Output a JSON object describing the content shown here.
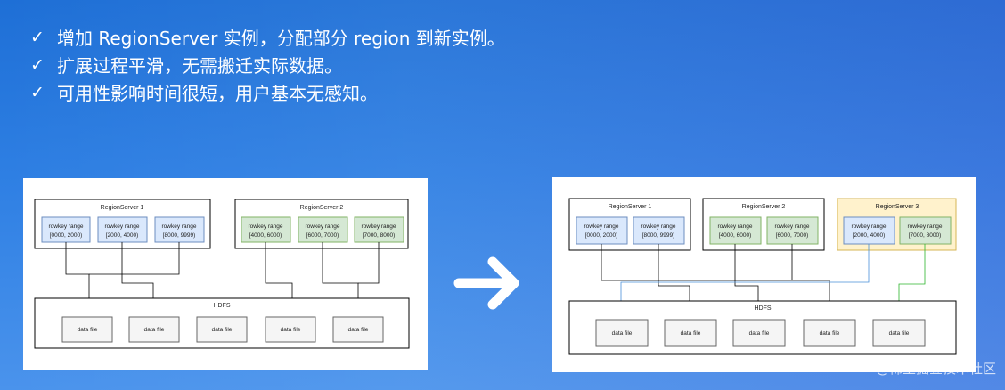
{
  "bullets": [
    {
      "icon": "check-icon",
      "text": "增加 RegionServer 实例，分配部分 region 到新实例。"
    },
    {
      "icon": "check-icon",
      "text": "扩展过程平滑，无需搬迁实际数据。"
    },
    {
      "icon": "check-icon",
      "text": "可用性影响时间很短，用户基本无感知。"
    }
  ],
  "before": {
    "servers": [
      {
        "title": "RegionServer 1",
        "regions": [
          [
            "rowkey range",
            "[0000, 2000)"
          ],
          [
            "rowkey range",
            "[2000, 4000)"
          ],
          [
            "rowkey range",
            "[8000, 9999)"
          ]
        ]
      },
      {
        "title": "RegionServer 2",
        "regions": [
          [
            "rowkey range",
            "[4000, 6000)"
          ],
          [
            "rowkey range",
            "[6000, 7000)"
          ],
          [
            "rowkey range",
            "[7000, 8000)"
          ]
        ]
      }
    ],
    "hdfs_label": "HDFS",
    "files": [
      "data file",
      "data file",
      "data file",
      "data file",
      "data file"
    ]
  },
  "after": {
    "servers": [
      {
        "title": "RegionServer 1",
        "regions": [
          [
            "rowkey range",
            "[0000, 2000)"
          ],
          [
            "rowkey range",
            "[8000, 9999)"
          ]
        ]
      },
      {
        "title": "RegionServer 2",
        "regions": [
          [
            "rowkey range",
            "[4000, 6000)"
          ],
          [
            "rowkey range",
            "[6000, 7000)"
          ]
        ]
      },
      {
        "title": "RegionServer 3",
        "regions": [
          [
            "rowkey range",
            "[2000, 4000)"
          ],
          [
            "rowkey range",
            "[7000, 8000)"
          ]
        ]
      }
    ],
    "hdfs_label": "HDFS",
    "files": [
      "data file",
      "data file",
      "data file",
      "data file",
      "data file"
    ]
  },
  "arrow_icon": "right-arrow-icon",
  "watermark": "@稀土掘金技术社区",
  "colors": {
    "region_blue_fill": "#dae8fc",
    "region_blue_stroke": "#6c8ebf",
    "region_green_fill": "#d5e8d4",
    "region_green_stroke": "#82b366",
    "server3_fill": "#fff2cc",
    "server3_stroke": "#d6b656",
    "file_fill": "#f5f5f5",
    "file_stroke": "#666666",
    "link_blue": "#4a90d9",
    "link_green": "#2cb52c"
  }
}
